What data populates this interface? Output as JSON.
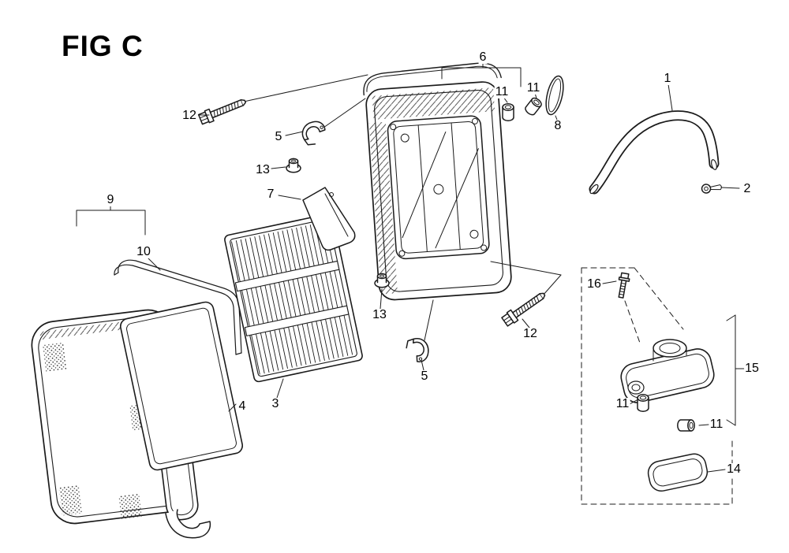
{
  "figure": {
    "title": "FIG C"
  },
  "callouts": [
    "12",
    "5",
    "13",
    "7",
    "6",
    "11",
    "11",
    "8",
    "1",
    "2",
    "9",
    "10",
    "4",
    "3",
    "13",
    "12",
    "5",
    "16",
    "15",
    "11",
    "11",
    "14"
  ]
}
